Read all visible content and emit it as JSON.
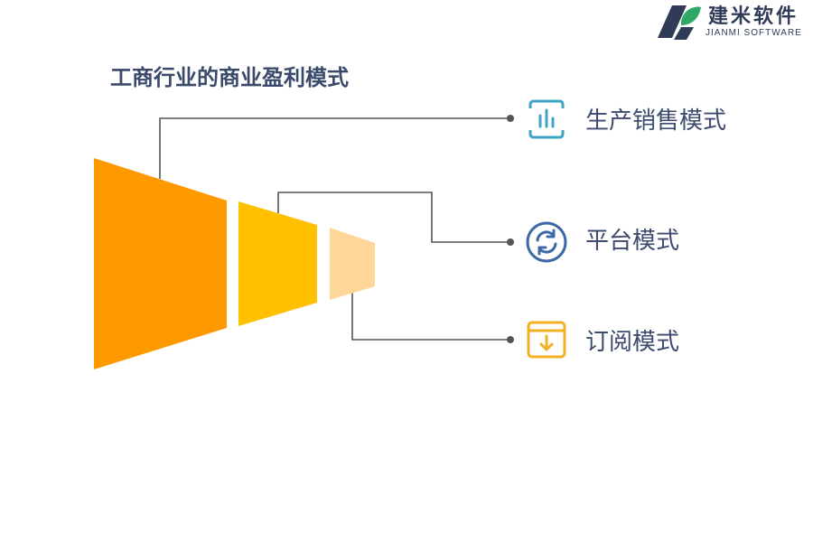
{
  "brand": {
    "name": "建米软件",
    "subtitle": "JIANMI SOFTWARE",
    "colors": {
      "dark": "#2f3b57",
      "green": "#2fa866"
    }
  },
  "title": "工商行业的商业盈利模式",
  "items": [
    {
      "label": "生产销售模式",
      "icon": "bar-chart-icon",
      "color": "#ff9900"
    },
    {
      "label": "平台模式",
      "icon": "refresh-icon",
      "color": "#ffc000"
    },
    {
      "label": "订阅模式",
      "icon": "download-box-icon",
      "color": "#ffd699"
    }
  ],
  "icon_colors": [
    "#3ea6c4",
    "#3d6aa6",
    "#f2b122"
  ],
  "line_color": "#555555"
}
